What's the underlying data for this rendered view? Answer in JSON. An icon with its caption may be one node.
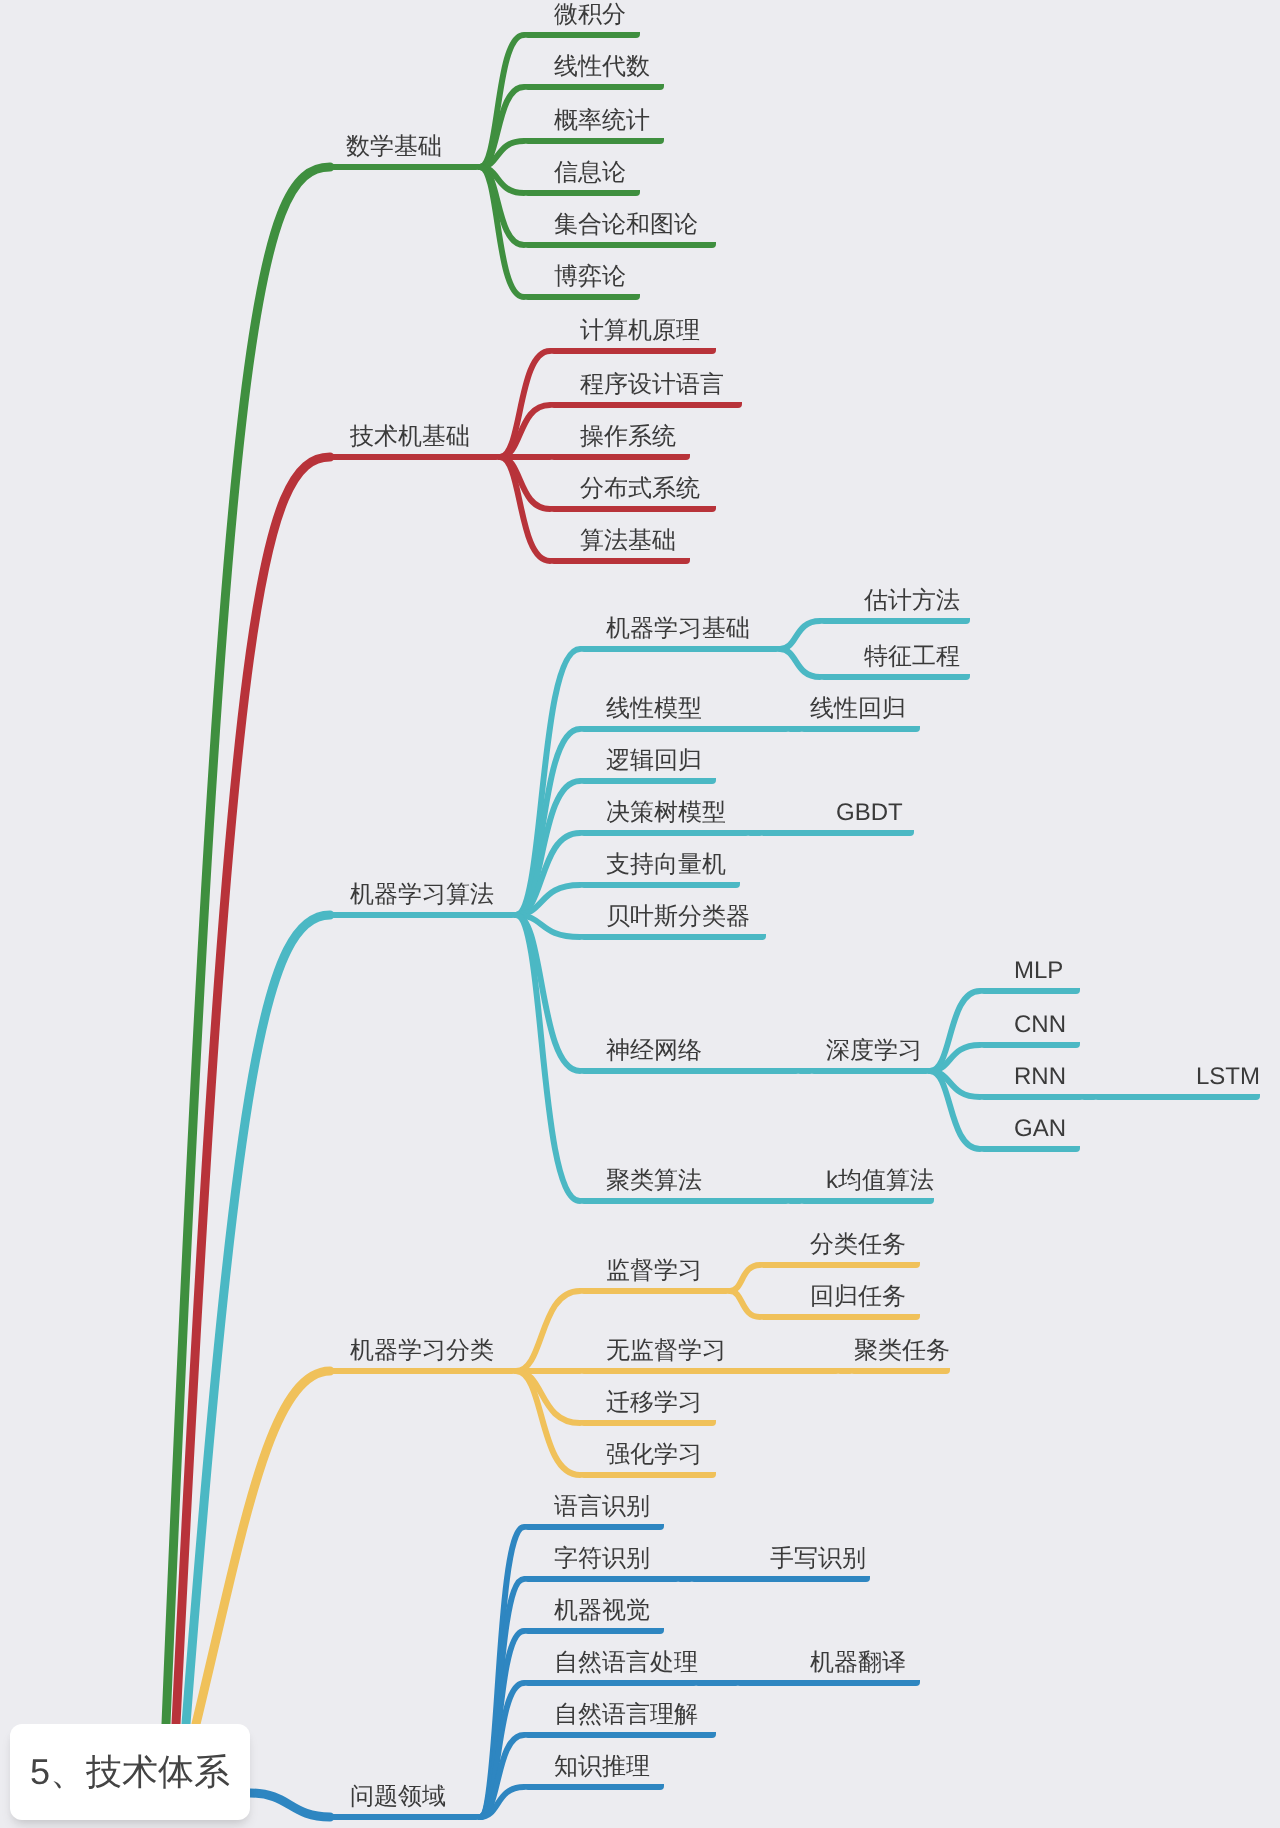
{
  "diagram": {
    "nodes": [
      {
        "text": [
          "5、技术体系"
        ]
      },
      {
        "text": [
          "数学基础"
        ]
      },
      {
        "text": [
          "微积分"
        ]
      },
      {
        "text": [
          "线性代数"
        ]
      },
      {
        "text": [
          "概率统计"
        ]
      },
      {
        "text": [
          "信息论"
        ]
      },
      {
        "text": [
          "集合论和图论"
        ]
      },
      {
        "text": [
          "博弈论"
        ]
      },
      {
        "text": [
          "技术机基础"
        ]
      },
      {
        "text": [
          "计算机原理"
        ]
      },
      {
        "text": [
          "程序设计语言"
        ]
      },
      {
        "text": [
          "操作系统"
        ]
      },
      {
        "text": [
          "分布式系统"
        ]
      },
      {
        "text": [
          "算法基础"
        ]
      },
      {
        "text": [
          "机器学习算法"
        ]
      },
      {
        "text": [
          "机器学习基础"
        ]
      },
      {
        "text": [
          "估计方法"
        ]
      },
      {
        "text": [
          "特征工程"
        ]
      },
      {
        "text": [
          "线性模型"
        ]
      },
      {
        "text": [
          "线性回归"
        ]
      },
      {
        "text": [
          "逻辑回归"
        ]
      },
      {
        "text": [
          "决策树模型"
        ]
      },
      {
        "text": [
          "GBDT"
        ]
      },
      {
        "text": [
          "支持向量机"
        ]
      },
      {
        "text": [
          "贝叶斯分类器"
        ]
      },
      {
        "text": [
          "神经网络"
        ]
      },
      {
        "text": [
          "深度学习"
        ]
      },
      {
        "text": [
          "MLP"
        ]
      },
      {
        "text": [
          "CNN"
        ]
      },
      {
        "text": [
          "RNN"
        ]
      },
      {
        "text": [
          "LSTM"
        ]
      },
      {
        "text": [
          "GAN"
        ]
      },
      {
        "text": [
          "聚类算法"
        ]
      },
      {
        "text": [
          "k均值算法"
        ]
      },
      {
        "text": [
          "机器学习分类"
        ]
      },
      {
        "text": [
          "监督学习"
        ]
      },
      {
        "text": [
          "分类任务"
        ]
      },
      {
        "text": [
          "回归任务"
        ]
      },
      {
        "text": [
          "无监督学习"
        ]
      },
      {
        "text": [
          "聚类任务"
        ]
      },
      {
        "text": [
          "迁移学习"
        ]
      },
      {
        "text": [
          "强化学习"
        ]
      },
      {
        "text": [
          "问题领域"
        ]
      },
      {
        "text": [
          "语言识别"
        ]
      },
      {
        "text": [
          "字符识别"
        ]
      },
      {
        "text": [
          "手写识别"
        ]
      },
      {
        "text": [
          "机器视觉"
        ]
      },
      {
        "text": [
          "自然语言处理"
        ]
      },
      {
        "text": [
          "机器翻译"
        ]
      },
      {
        "text": [
          "自然语言理解"
        ]
      },
      {
        "text": [
          "知识推理"
        ]
      }
    ],
    "edges": [
      {
        "from": 0,
        "to": 1,
        "arrow": "none",
        "color": "#3f8f3f"
      },
      {
        "from": 0,
        "to": 8,
        "arrow": "none",
        "color": "#b8333a"
      },
      {
        "from": 0,
        "to": 14,
        "arrow": "none"
      },
      {
        "from": 0,
        "to": 34,
        "arrow": "none",
        "color": "#f0c15a"
      },
      {
        "from": 0,
        "to": 42,
        "arrow": "none",
        "color": "#2e86c1"
      },
      {
        "from": 1,
        "to": 2,
        "arrow": "none",
        "color": "#3f8f3f"
      },
      {
        "from": 1,
        "to": 3,
        "arrow": "none",
        "color": "#3f8f3f"
      },
      {
        "from": 1,
        "to": 4,
        "arrow": "none",
        "color": "#3f8f3f"
      },
      {
        "from": 1,
        "to": 5,
        "arrow": "none",
        "color": "#3f8f3f"
      },
      {
        "from": 1,
        "to": 6,
        "arrow": "none",
        "color": "#3f8f3f"
      },
      {
        "from": 1,
        "to": 7,
        "arrow": "none",
        "color": "#3f8f3f"
      },
      {
        "from": 8,
        "to": 9,
        "arrow": "none",
        "color": "#b8333a"
      },
      {
        "from": 8,
        "to": 10,
        "arrow": "none",
        "color": "#b8333a"
      },
      {
        "from": 8,
        "to": 11,
        "arrow": "none",
        "color": "#b8333a"
      },
      {
        "from": 8,
        "to": 12,
        "arrow": "none",
        "color": "#b8333a"
      },
      {
        "from": 8,
        "to": 13,
        "arrow": "none",
        "color": "#b8333a"
      },
      {
        "from": 14,
        "to": 15,
        "arrow": "none"
      },
      {
        "from": 15,
        "to": 16,
        "arrow": "none"
      },
      {
        "from": 15,
        "to": 17,
        "arrow": "none"
      },
      {
        "from": 14,
        "to": 18,
        "arrow": "none"
      },
      {
        "from": 18,
        "to": 19,
        "arrow": "none"
      },
      {
        "from": 14,
        "to": 20,
        "arrow": "none"
      },
      {
        "from": 14,
        "to": 21,
        "arrow": "none"
      },
      {
        "from": 21,
        "to": 22,
        "arrow": "none"
      },
      {
        "from": 14,
        "to": 23,
        "arrow": "none"
      },
      {
        "from": 14,
        "to": 24,
        "arrow": "none"
      },
      {
        "from": 14,
        "to": 25,
        "arrow": "none"
      },
      {
        "from": 25,
        "to": 26,
        "arrow": "none"
      },
      {
        "from": 26,
        "to": 27,
        "arrow": "none"
      },
      {
        "from": 26,
        "to": 28,
        "arrow": "none"
      },
      {
        "from": 26,
        "to": 29,
        "arrow": "none"
      },
      {
        "from": 29,
        "to": 30,
        "arrow": "none"
      },
      {
        "from": 26,
        "to": 31,
        "arrow": "none"
      },
      {
        "from": 14,
        "to": 32,
        "arrow": "none"
      },
      {
        "from": 32,
        "to": 33,
        "arrow": "none"
      },
      {
        "from": 34,
        "to": 35,
        "arrow": "none",
        "color": "#f0c15a"
      },
      {
        "from": 35,
        "to": 36,
        "arrow": "none",
        "color": "#f0c15a"
      },
      {
        "from": 35,
        "to": 37,
        "arrow": "none",
        "color": "#f0c15a"
      },
      {
        "from": 34,
        "to": 38,
        "arrow": "none",
        "color": "#f0c15a"
      },
      {
        "from": 38,
        "to": 39,
        "arrow": "none",
        "color": "#f0c15a"
      },
      {
        "from": 34,
        "to": 40,
        "arrow": "none",
        "color": "#f0c15a"
      },
      {
        "from": 34,
        "to": 41,
        "arrow": "none",
        "color": "#f0c15a"
      },
      {
        "from": 42,
        "to": 43,
        "arrow": "none",
        "color": "#2e86c1"
      },
      {
        "from": 42,
        "to": 44,
        "arrow": "none",
        "color": "#2e86c1"
      },
      {
        "from": 44,
        "to": 45,
        "arrow": "none",
        "color": "#2e86c1"
      },
      {
        "from": 42,
        "to": 46,
        "arrow": "none",
        "color": "#2e86c1"
      },
      {
        "from": 42,
        "to": 47,
        "arrow": "none",
        "color": "#2e86c1"
      },
      {
        "from": 47,
        "to": 48,
        "arrow": "none",
        "color": "#2e86c1"
      },
      {
        "from": 42,
        "to": 49,
        "arrow": "none",
        "color": "#2e86c1"
      },
      {
        "from": 42,
        "to": 50,
        "arrow": "none",
        "color": "#2e86c1"
      }
    ]
  }
}
